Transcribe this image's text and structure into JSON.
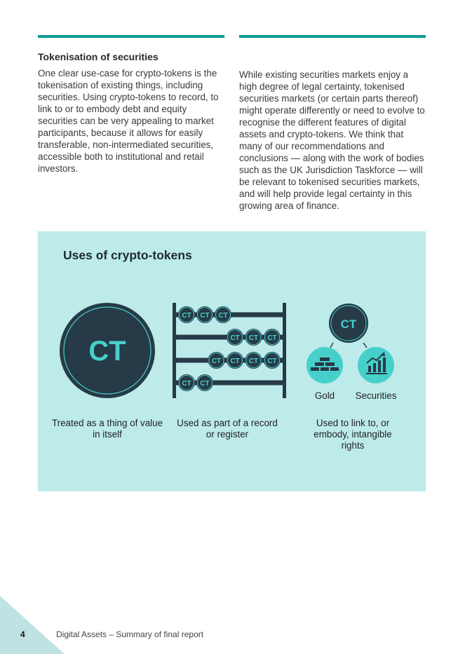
{
  "left_column": {
    "heading": "Tokenisation of securities",
    "body": "One clear use-case for crypto-tokens is the tokenisation of existing things, including securities. Using crypto-tokens to record, to link to or to embody debt and equity securities can be very appealing to market participants, because it allows for easily transferable, non-intermediated securities, accessible both to institutional and retail investors."
  },
  "right_column": {
    "body": "While existing securities markets enjoy a high degree of legal certainty, tokenised securities markets (or certain parts thereof) might operate differently or need to evolve to recognise the different features of digital assets and crypto-tokens. We think that many of our recommendations and conclusions — along with the work of bodies such as the UK Jurisdiction Taskforce — will be relevant to tokenised securities markets, and will help provide legal certainty in this growing area of finance."
  },
  "infographic": {
    "title": "Uses of crypto-tokens",
    "token_label": "CT",
    "abacus_bead_counts": [
      3,
      3,
      4,
      2
    ],
    "captions": [
      "Treated as a thing of value in itself",
      "Used as part of a record or register",
      "Used to link to, or embody, intangible rights"
    ],
    "gold_label": "Gold",
    "securities_label": "Securities",
    "icons": [
      "gold-bars-icon",
      "bar-chart-growth-icon"
    ]
  },
  "colors": {
    "accent": "#0e9a94",
    "panel": "#bdebea",
    "dark": "#263a47",
    "teal": "#47cfcb"
  },
  "footer": {
    "page_number": "4",
    "title": "Digital Assets – Summary of final report"
  }
}
